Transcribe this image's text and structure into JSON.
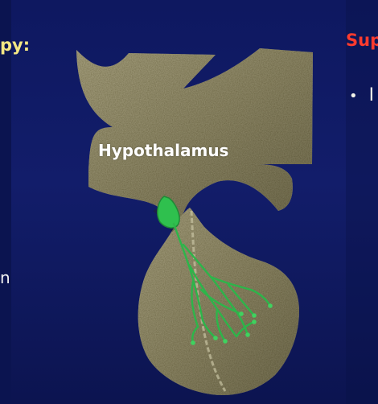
{
  "slide": {
    "heading_left": "py:",
    "heading_right": "Sup",
    "bullet_text": "I",
    "bullet_glyph": "•",
    "left_fragment": "n"
  },
  "diagram": {
    "label": "Hypothalamus"
  },
  "colors": {
    "background": "#101a5a",
    "tissue": "#8a8464",
    "neuron": "#2db54a",
    "heading_left": "#f4e784",
    "heading_right": "#ff3b2e",
    "label": "#ffffff"
  }
}
